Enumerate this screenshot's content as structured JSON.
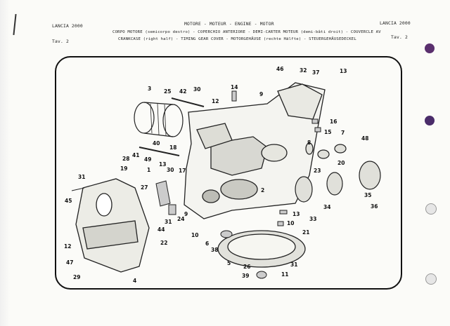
{
  "header": {
    "make_left": "LANCIA 2000",
    "make_right": "LANCIA 2000",
    "plate_left": "Tav. 2",
    "plate_right": "Tav. 2",
    "title_line1": "MOTORE - MOTEUR - ENGINE - MOTOR",
    "title_line2": "CORPO MOTORE (semicorpo destro) - COPERCHIO ANTERIORE - DEMI-CARTER MOTEUR (demi-bâti droit) - COUVERCLE AV",
    "title_line3": "CRANKCASE (right half) - TIMING GEAR COVER - MOTORGEHÄUSE (rechte Hälfte) - STEUERGEHÄUSEDECKEL"
  },
  "callouts": [
    "46",
    "32",
    "37",
    "13",
    "3",
    "25",
    "42",
    "30",
    "14",
    "9",
    "12",
    "16",
    "15",
    "7",
    "48",
    "8",
    "40",
    "18",
    "20",
    "41",
    "28",
    "49",
    "13",
    "30",
    "17",
    "19",
    "27",
    "1",
    "23",
    "31",
    "45",
    "35",
    "36",
    "2",
    "34",
    "33",
    "13",
    "10",
    "9",
    "44",
    "31",
    "24",
    "10",
    "6",
    "12",
    "47",
    "29",
    "22",
    "38",
    "21",
    "4",
    "5",
    "26",
    "31",
    "39",
    "11"
  ],
  "binder_holes": [
    {
      "color": "#5a2f6e"
    },
    {
      "color": "#4a2c6a"
    },
    {
      "color": "#e6e6e6"
    },
    {
      "color": "#e6e6e6"
    }
  ]
}
